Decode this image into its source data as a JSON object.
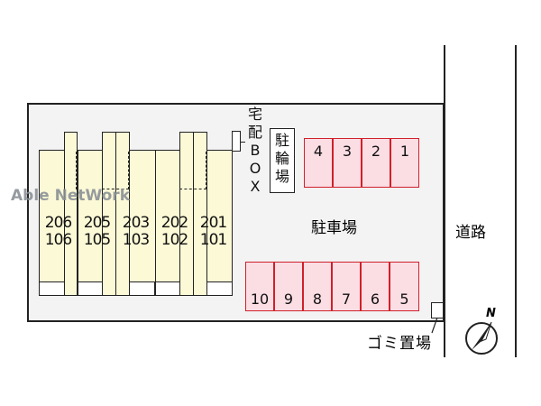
{
  "watermark": "Able NetWork",
  "units": [
    {
      "upper": "206",
      "lower": "106"
    },
    {
      "upper": "205",
      "lower": "105"
    },
    {
      "upper": "203",
      "lower": "103"
    },
    {
      "upper": "202",
      "lower": "102"
    },
    {
      "upper": "201",
      "lower": "101"
    }
  ],
  "delivery_box_label": [
    "宅",
    "配",
    "B",
    "O",
    "X"
  ],
  "bicycle_parking_label": [
    "駐",
    "輪",
    "場"
  ],
  "parking_label": "駐車場",
  "parking_top": [
    "4",
    "3",
    "2",
    "1"
  ],
  "parking_bottom": [
    "10",
    "9",
    "8",
    "7",
    "6",
    "5"
  ],
  "road_label": "道路",
  "garbage_label": "ゴミ置場",
  "compass_label": "N",
  "colors": {
    "building": "#fbf9d6",
    "parking_fill": "#fbdde4",
    "parking_border": "#d0202a",
    "site": "#f3f3f3"
  }
}
